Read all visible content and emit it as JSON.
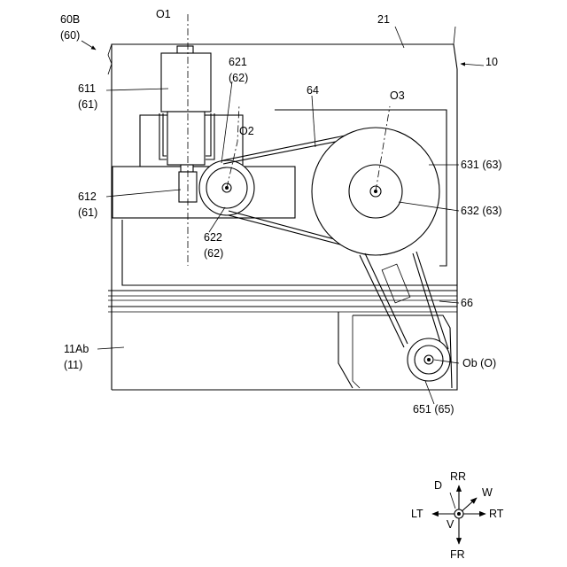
{
  "labels": {
    "unit": "60B",
    "unit_parent": "(60)",
    "axis1": "O1",
    "axis2": "O2",
    "axis3": "O3",
    "top_frame": "21",
    "body_ref": "10",
    "motor": "611",
    "motor_parent": "(61)",
    "shaft": "612",
    "shaft_parent": "(61)",
    "pulley_a": "621",
    "pulley_a_parent": "(62)",
    "pulley_b": "622",
    "pulley_b_parent": "(62)",
    "belt": "64",
    "big_pulley": "631 (63)",
    "big_pulley_inner": "632 (63)",
    "belt2": "66",
    "wall": "11Ab",
    "wall_parent": "(11)",
    "output_axis": "Ob (O)",
    "output_pulley": "651 (65)"
  },
  "compass": {
    "rr": "RR",
    "fr": "FR",
    "lt": "LT",
    "rt": "RT",
    "d": "D",
    "v": "V",
    "w": "W"
  }
}
